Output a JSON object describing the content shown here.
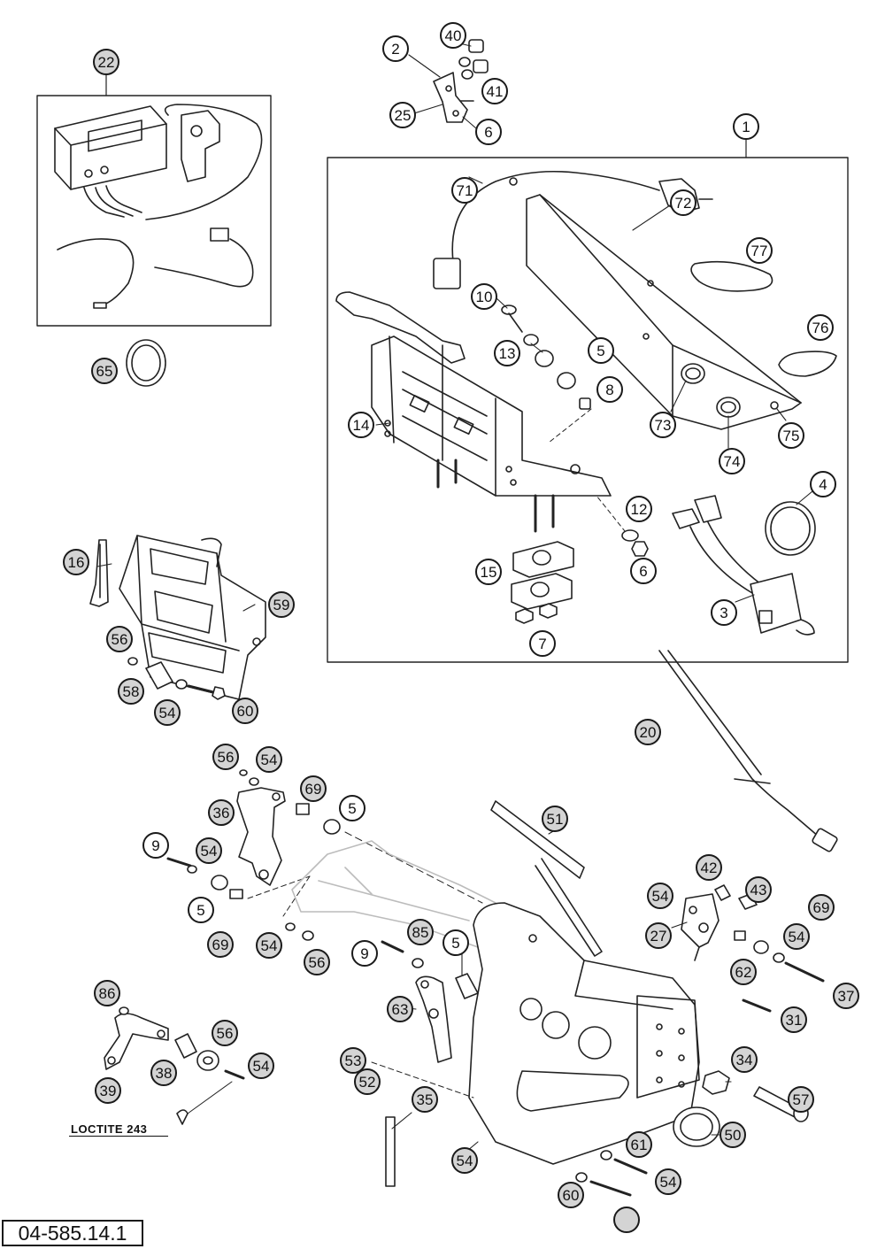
{
  "diagram_code": "04-585.14.1",
  "note": "LOCTITE 243",
  "callouts": [
    {
      "n": "22",
      "shaded": true
    },
    {
      "n": "2",
      "shaded": false
    },
    {
      "n": "40",
      "shaded": false
    },
    {
      "n": "41",
      "shaded": false
    },
    {
      "n": "25",
      "shaded": false
    },
    {
      "n": "6",
      "shaded": false
    },
    {
      "n": "1",
      "shaded": false
    },
    {
      "n": "71",
      "shaded": false
    },
    {
      "n": "72",
      "shaded": false
    },
    {
      "n": "77",
      "shaded": false
    },
    {
      "n": "10",
      "shaded": false
    },
    {
      "n": "13",
      "shaded": false
    },
    {
      "n": "5",
      "shaded": false
    },
    {
      "n": "76",
      "shaded": false
    },
    {
      "n": "65",
      "shaded": true
    },
    {
      "n": "8",
      "shaded": false
    },
    {
      "n": "14",
      "shaded": false
    },
    {
      "n": "73",
      "shaded": false
    },
    {
      "n": "75",
      "shaded": false
    },
    {
      "n": "74",
      "shaded": false
    },
    {
      "n": "4",
      "shaded": false
    },
    {
      "n": "12",
      "shaded": false
    },
    {
      "n": "15",
      "shaded": false
    },
    {
      "n": "6",
      "shaded": false
    },
    {
      "n": "16",
      "shaded": true
    },
    {
      "n": "59",
      "shaded": true
    },
    {
      "n": "3",
      "shaded": false
    },
    {
      "n": "7",
      "shaded": false
    },
    {
      "n": "56",
      "shaded": true
    },
    {
      "n": "58",
      "shaded": true
    },
    {
      "n": "54",
      "shaded": true
    },
    {
      "n": "60",
      "shaded": true
    },
    {
      "n": "20",
      "shaded": true
    },
    {
      "n": "56",
      "shaded": true
    },
    {
      "n": "54",
      "shaded": true
    },
    {
      "n": "69",
      "shaded": true
    },
    {
      "n": "36",
      "shaded": true
    },
    {
      "n": "5",
      "shaded": false
    },
    {
      "n": "51",
      "shaded": true
    },
    {
      "n": "9",
      "shaded": false
    },
    {
      "n": "54",
      "shaded": true
    },
    {
      "n": "5",
      "shaded": false
    },
    {
      "n": "69",
      "shaded": true
    },
    {
      "n": "54",
      "shaded": true
    },
    {
      "n": "42",
      "shaded": true
    },
    {
      "n": "43",
      "shaded": true
    },
    {
      "n": "69",
      "shaded": true
    },
    {
      "n": "27",
      "shaded": true
    },
    {
      "n": "54",
      "shaded": true
    },
    {
      "n": "54",
      "shaded": true
    },
    {
      "n": "56",
      "shaded": true
    },
    {
      "n": "9",
      "shaded": false
    },
    {
      "n": "85",
      "shaded": true
    },
    {
      "n": "5",
      "shaded": false
    },
    {
      "n": "62",
      "shaded": true
    },
    {
      "n": "37",
      "shaded": true
    },
    {
      "n": "86",
      "shaded": true
    },
    {
      "n": "63",
      "shaded": true
    },
    {
      "n": "31",
      "shaded": true
    },
    {
      "n": "56",
      "shaded": true
    },
    {
      "n": "53",
      "shaded": true
    },
    {
      "n": "34",
      "shaded": true
    },
    {
      "n": "39",
      "shaded": true
    },
    {
      "n": "38",
      "shaded": true
    },
    {
      "n": "54",
      "shaded": true
    },
    {
      "n": "52",
      "shaded": true
    },
    {
      "n": "57",
      "shaded": true
    },
    {
      "n": "35",
      "shaded": true
    },
    {
      "n": "50",
      "shaded": true
    },
    {
      "n": "54",
      "shaded": true
    },
    {
      "n": "61",
      "shaded": true
    },
    {
      "n": "54",
      "shaded": true
    },
    {
      "n": "60",
      "shaded": true
    }
  ]
}
